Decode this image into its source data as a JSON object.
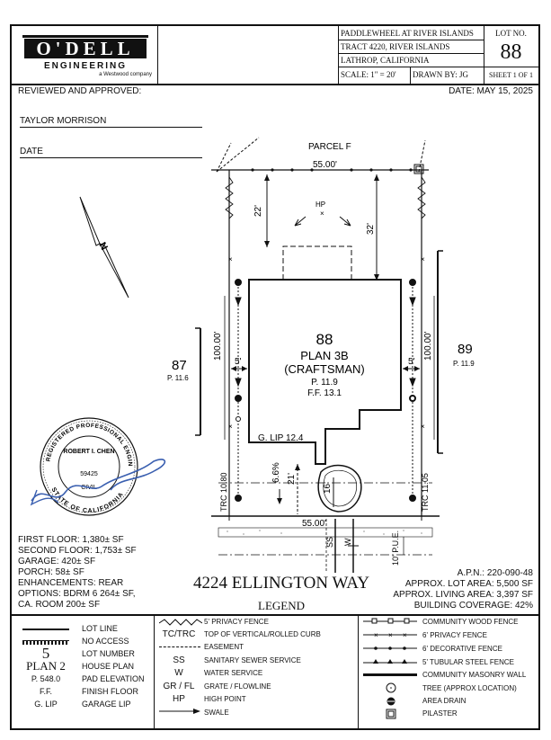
{
  "title_block": {
    "company_name": "O'DELL",
    "company_sub": "ENGINEERING",
    "company_tag": "a Westwood company",
    "project_line1": "PADDLEWHEEL AT RIVER ISLANDS",
    "project_line2": "TRACT 4220, RIVER ISLANDS",
    "project_line3": "LATHROP, CALIFORNIA",
    "scale": "SCALE:  1\" = 20'",
    "drawn_by": "DRAWN BY:  JG",
    "lot_label": "LOT NO.",
    "lot_number": "88",
    "sheet": "SHEET 1 OF 1"
  },
  "approval": {
    "reviewed": "REVIEWED AND APPROVED:",
    "builder": "TAYLOR MORRISON",
    "date_label": "DATE",
    "date_value": "DATE:  MAY 15, 2025"
  },
  "plan": {
    "parcel": "PARCEL F",
    "top_width": "55.00'",
    "bottom_width": "55.00'",
    "setback_left": "22'",
    "setback_right": "32'",
    "hp": "HP",
    "depth_left": "100.00'",
    "depth_right": "100.00'",
    "side_left": "5'",
    "side_right": "5'",
    "lot_number": "88",
    "plan_name": "PLAN 3B",
    "style": "(CRAFTSMAN)",
    "pad": "P. 11.9",
    "ff": "F.F. 13.1",
    "garage_lip": "G. LIP 12.4",
    "slope": "6.6%",
    "front_setback": "21'",
    "driveway": "16'",
    "trc_left": "TRC 10.80",
    "trc_right": "TRC 11.05",
    "pue": "10' P.U.E.",
    "ss": "SS",
    "w": "W",
    "neighbor_left_lot": "87",
    "neighbor_left_pad": "P. 11.6",
    "neighbor_right_lot": "89",
    "neighbor_right_pad": "P. 11.9",
    "north": "N"
  },
  "seal": {
    "outer_text": "REGISTERED PROFESSIONAL ENGINEER",
    "name": "ROBERT I. CHEN",
    "number": "59425",
    "discipline": "CIVIL",
    "state": "STATE OF CALIFORNIA"
  },
  "areas": {
    "first_floor": "FIRST FLOOR: 1,380± SF",
    "second_floor": "SECOND FLOOR: 1,753± SF",
    "garage": "GARAGE: 420± SF",
    "porch": "PORCH: 58± SF",
    "enhancements": "ENHANCEMENTS: REAR",
    "options": "OPTIONS: BDRM 6 264± SF,",
    "options2": "CA. ROOM 200± SF"
  },
  "address": "4224 ELLINGTON WAY",
  "legend_title": "LEGEND",
  "parcel_info": {
    "apn": "A.P.N.:  220-090-48",
    "lot_area": "APPROX. LOT AREA: 5,500 SF",
    "living_area": "APPROX. LIVING AREA: 3,397 SF",
    "coverage": "BUILDING COVERAGE: 42%"
  },
  "legend": {
    "col1": [
      {
        "sym": "",
        "label": "LOT LINE"
      },
      {
        "sym": "",
        "label": "NO ACCESS"
      },
      {
        "sym": "5",
        "label": "LOT NUMBER"
      },
      {
        "sym": "PLAN 2",
        "label": "HOUSE PLAN"
      },
      {
        "sym": "P. 548.0",
        "label": "PAD ELEVATION"
      },
      {
        "sym": "F.F.",
        "label": "FINISH FLOOR"
      },
      {
        "sym": "G. LIP",
        "label": "GARAGE LIP"
      }
    ],
    "col2": [
      {
        "sym": "",
        "label": "5' PRIVACY FENCE"
      },
      {
        "sym": "TC/TRC",
        "label": "TOP OF VERTICAL/ROLLED CURB"
      },
      {
        "sym": "",
        "label": "EASEMENT"
      },
      {
        "sym": "SS",
        "label": "SANITARY SEWER SERVICE"
      },
      {
        "sym": "W",
        "label": "WATER SERVICE"
      },
      {
        "sym": "GR / FL",
        "label": "GRATE / FLOWLINE"
      },
      {
        "sym": "HP",
        "label": "HIGH POINT"
      },
      {
        "sym": "",
        "label": "SWALE"
      }
    ],
    "col3": [
      {
        "label": "COMMUNITY WOOD FENCE"
      },
      {
        "label": "6' PRIVACY FENCE"
      },
      {
        "label": "6' DECORATIVE FENCE"
      },
      {
        "label": "5' TUBULAR STEEL FENCE"
      },
      {
        "label": "COMMUNITY MASONRY WALL"
      },
      {
        "label": "TREE (APPROX LOCATION)"
      },
      {
        "label": "AREA DRAIN"
      },
      {
        "label": "PILASTER"
      }
    ]
  }
}
